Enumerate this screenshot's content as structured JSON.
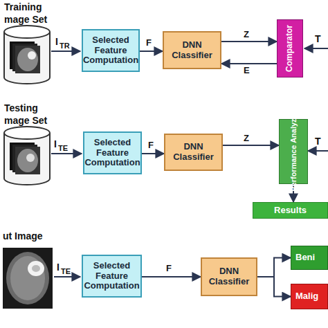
{
  "diagram": {
    "nodes": [
      {
        "text": [
          "Selected Feature Computation"
        ]
      },
      {
        "text": [
          "DNN Classifier"
        ]
      },
      {
        "text": [
          "Comparator"
        ]
      },
      {
        "text": [
          "Selected Feature Computation"
        ]
      },
      {
        "text": [
          "DNN Classifier"
        ]
      },
      {
        "text": [
          "Performance Analyzer"
        ]
      },
      {
        "text": [
          "Results"
        ]
      },
      {
        "text": [
          "Selected Feature Computation"
        ]
      },
      {
        "text": [
          "DNN Classifier"
        ]
      },
      {
        "text": [
          "Beni"
        ]
      },
      {
        "text": [
          "Malig"
        ]
      }
    ],
    "edges": [
      {
        "from": 0,
        "to": 1,
        "label": "F",
        "arrow": "to"
      },
      {
        "from": 1,
        "to": 2,
        "label": "Z",
        "arrow": "to"
      },
      {
        "from": 2,
        "to": 1,
        "label": "E",
        "arrow": "to"
      },
      {
        "from": 3,
        "to": 4,
        "label": "F",
        "arrow": "to"
      },
      {
        "from": 4,
        "to": 5,
        "label": "Z",
        "arrow": "to"
      },
      {
        "from": 5,
        "to": 6,
        "arrow": "to"
      },
      {
        "from": 7,
        "to": 8,
        "label": "F",
        "arrow": "to"
      },
      {
        "from": 8,
        "to": 9,
        "arrow": "to"
      },
      {
        "from": 8,
        "to": 10,
        "arrow": "to"
      }
    ],
    "labels": [
      "Training",
      "mage Set",
      "I",
      "TR",
      "T",
      "Testing",
      "mage Set",
      "I",
      "TE",
      "T",
      "ut Image",
      "I",
      "TE"
    ]
  }
}
